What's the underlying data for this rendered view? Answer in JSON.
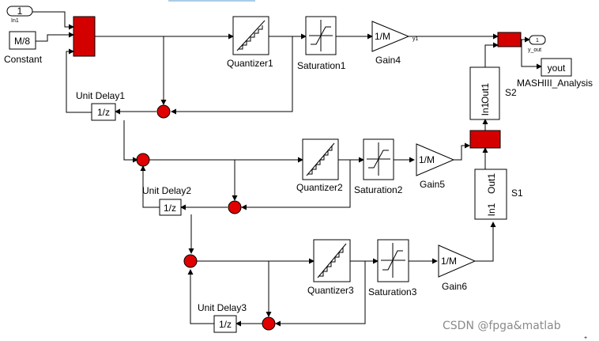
{
  "diagram": {
    "inports": [
      {
        "number": "1",
        "name": "In1"
      }
    ],
    "outports": [
      {
        "number": "1",
        "name": "y_out"
      }
    ],
    "constant": {
      "value": "M/8",
      "name": "Constant"
    },
    "quantizers": [
      "Quantizer1",
      "Quantizer2",
      "Quantizer3"
    ],
    "saturations": [
      "Saturation1",
      "Saturation2",
      "Saturation3"
    ],
    "gains": [
      {
        "value": "1/M",
        "name": "Gain4"
      },
      {
        "value": "1/M",
        "name": "Gain5"
      },
      {
        "value": "1/M",
        "name": "Gain6"
      }
    ],
    "unit_delays": [
      {
        "value": "1/z",
        "name": "Unit Delay1"
      },
      {
        "value": "1/z",
        "name": "Unit Delay2"
      },
      {
        "value": "1/z",
        "name": "Unit Delay3"
      }
    ],
    "subsystems": [
      {
        "name": "S2",
        "in": "In1",
        "out": "Out1"
      },
      {
        "name": "S1",
        "in": "In1",
        "out": "Out1"
      }
    ],
    "signal_label": "y1",
    "workspace": {
      "value": "yout",
      "name": "MASHIII_Analysis"
    }
  },
  "watermark": "CSDN @fpga&matlab",
  "corner_mark": "+",
  "colors": {
    "sum_fill": "#e00000",
    "mux_fill": "#d40000",
    "top_bar": "#a9cde8"
  }
}
